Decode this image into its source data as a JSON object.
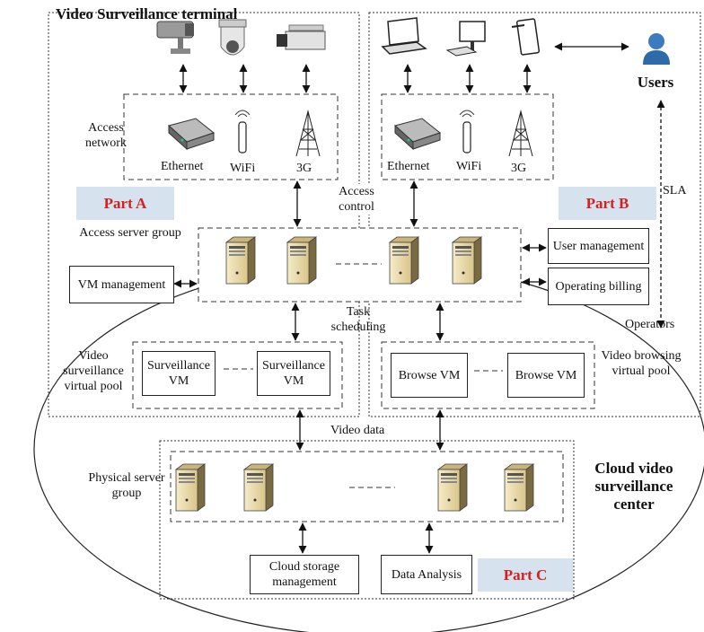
{
  "terminal": {
    "title": "Video Surveillance terminal"
  },
  "users": {
    "label": "Users"
  },
  "access_network": {
    "label": "Access network"
  },
  "devices": {
    "left": [
      "Ethernet",
      "WiFi",
      "3G"
    ],
    "right": [
      "Ethernet",
      "WiFi",
      "3G"
    ]
  },
  "parts": {
    "a": "Part A",
    "b": "Part B",
    "c": "Part C"
  },
  "access_control": {
    "label": "Access control"
  },
  "access_server_group": {
    "label": "Access server group"
  },
  "sla": {
    "label": "SLA"
  },
  "vm_management": {
    "label": "VM management"
  },
  "user_management": {
    "label": "User management"
  },
  "operating_billing": {
    "label": "Operating billing"
  },
  "task_scheduling": {
    "label": "Task scheduling"
  },
  "operators": {
    "label": "Operators"
  },
  "surveillance_pool": {
    "label": "Video surveillance virtual pool",
    "vm1": "Surveillance VM",
    "vm2": "Surveillance VM"
  },
  "browsing_pool": {
    "label": "Video browsing virtual pool",
    "vm1": "Browse VM",
    "vm2": "Browse VM"
  },
  "video_data": {
    "label": "Video data"
  },
  "physical_group": {
    "label": "Physical server group"
  },
  "cloud_center": {
    "label": "Cloud video surveillance center"
  },
  "cloud_storage": {
    "label": "Cloud storage management"
  },
  "data_analysis": {
    "label": "Data Analysis"
  },
  "colors": {
    "part_bg": "#d6e3ee",
    "part_text": "#d42020"
  }
}
